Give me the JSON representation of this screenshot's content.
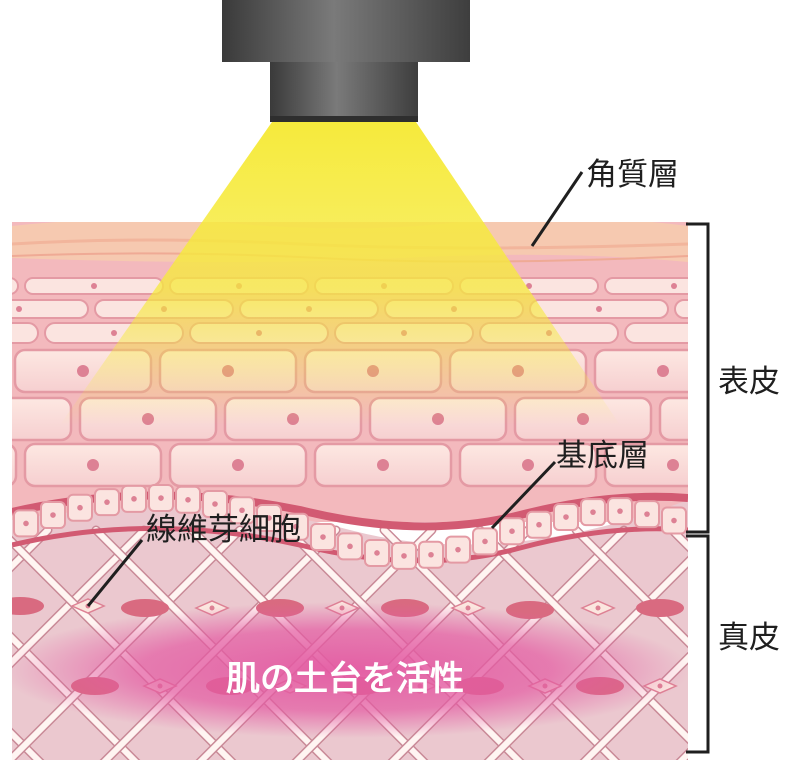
{
  "labels": {
    "stratum_corneum": "角質層",
    "epidermis": "表皮",
    "basal_layer": "基底層",
    "fibroblast": "線維芽細胞",
    "dermis": "真皮",
    "center": "肌の土台を活性"
  },
  "colors": {
    "beam": "#f6ea3c",
    "device_dark": "#4a4a4a",
    "skin_top": "#f6c9b0",
    "cell_fill": "#fbe4e0",
    "cell_border": "#e49aa4",
    "nucleus": "#dd8194",
    "dermis_bg": "#ebc8cf",
    "fiber": "#fff5f2",
    "fiber_edge": "#c98a97",
    "elongated_cell": "#d96a80",
    "glow": "#e35aa2"
  }
}
